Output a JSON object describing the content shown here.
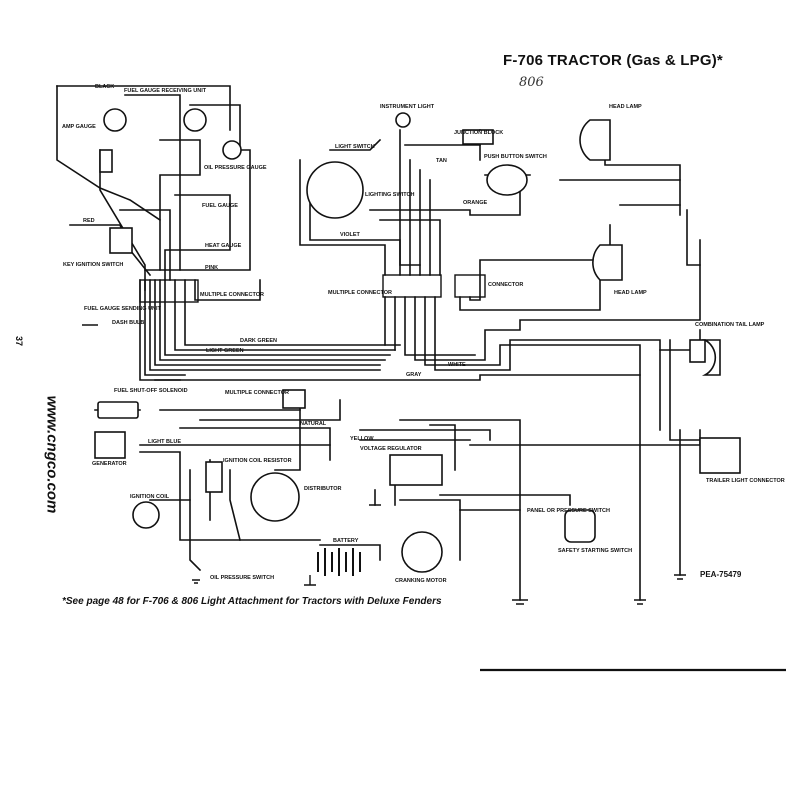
{
  "header": {
    "title": "F-706 TRACTOR (Gas & LPG)*",
    "handwritten_note": "806"
  },
  "footnote": "*See page 48 for F-706 & 806 Light Attachment for Tractors with Deluxe Fenders",
  "drawing_ref": "PEA-75479",
  "page_number": "37",
  "website": "www.cngco.com",
  "labels": {
    "fuel_gauge_receiving_unit": "FUEL GAUGE RECEIVING UNIT",
    "amp_gauge": "AMP GAUGE",
    "key_ignition_switch": "KEY IGNITION SWITCH",
    "oil_pressure_gauge": "OIL PRESSURE GAUGE",
    "fuel_gauge": "FUEL GAUGE",
    "heat_gauge": "HEAT GAUGE",
    "instrument_light": "INSTRUMENT LIGHT",
    "junction_block": "JUNCTION BLOCK",
    "light_switch": "LIGHT SWITCH",
    "lighting_switch": "LIGHTING SWITCH",
    "push_button_switch": "PUSH BUTTON SWITCH",
    "head_lamp_1": "HEAD LAMP",
    "head_lamp_2": "HEAD LAMP",
    "multiple_connector_1": "MULTIPLE CONNECTOR",
    "multiple_connector_2": "MULTIPLE CONNECTOR",
    "connector": "CONNECTOR",
    "multiple_connector_3": "MULTIPLE CONNECTOR",
    "fuel_gauge_sending_unit": "FUEL GAUGE SENDING UNIT",
    "dash_bulb": "DASH BULB",
    "fuel_shut_off_solenoid": "FUEL SHUT-OFF SOLENOID",
    "generator": "GENERATOR",
    "ignition_coil_resistor": "IGNITION COIL RESISTOR",
    "ignition_coil": "IGNITION COIL",
    "distributor": "DISTRIBUTOR",
    "voltage_regulator": "VOLTAGE REGULATOR",
    "battery": "BATTERY",
    "cranking_motor": "CRANKING MOTOR",
    "oil_pressure_switch": "OIL PRESSURE SWITCH",
    "panel_or_pressure_switch": "PANEL OR PRESSURE SWITCH",
    "safety_starting_switch": "SAFETY STARTING SWITCH",
    "combination_tail_lamp": "COMBINATION TAIL LAMP",
    "trailer_light_connector": "TRAILER LIGHT CONNECTOR"
  },
  "wire_colors": {
    "black": "BLACK",
    "red": "RED",
    "tan": "TAN",
    "orange": "ORANGE",
    "violet": "VIOLET",
    "pink": "PINK",
    "yellow": "YELLOW",
    "light_blue": "LIGHT BLUE",
    "light_green": "LIGHT GREEN",
    "dark_green": "DARK GREEN",
    "natural": "NATURAL",
    "gray": "GRAY",
    "white": "WHITE"
  }
}
